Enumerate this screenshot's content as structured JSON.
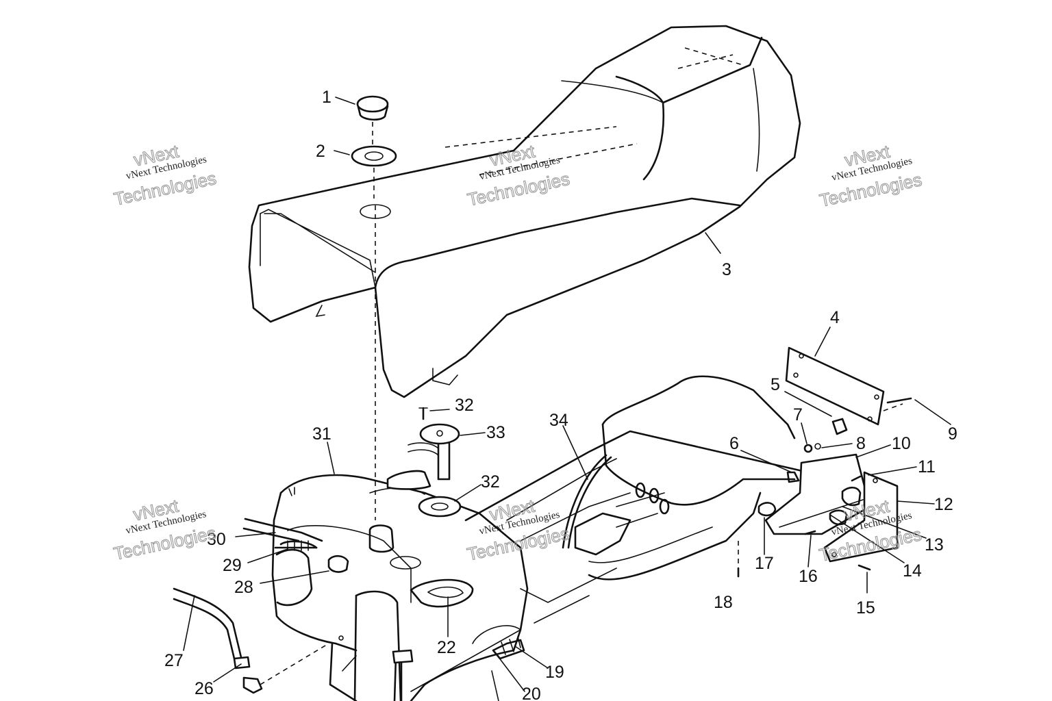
{
  "diagram": {
    "callouts": [
      "1",
      "2",
      "3",
      "4",
      "5",
      "6",
      "7",
      "8",
      "9",
      "10",
      "11",
      "12",
      "13",
      "14",
      "15",
      "16",
      "17",
      "18",
      "19",
      "20",
      "22",
      "26",
      "27",
      "28",
      "29",
      "30",
      "31",
      "32",
      "32",
      "33",
      "34"
    ]
  },
  "watermark": {
    "line_small": "vNext Technologies",
    "line_big_1": "vNext",
    "line_big_2": "Technologies"
  }
}
